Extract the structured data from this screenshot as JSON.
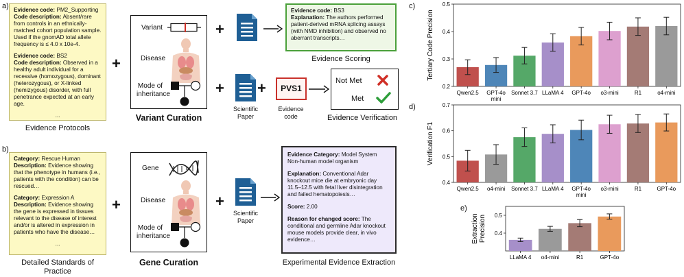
{
  "panel_labels": {
    "a": "a)",
    "b": "b)",
    "c": "c)",
    "d": "d)",
    "e": "e)"
  },
  "protocols_a": {
    "e1_code_label": "Evidence code:",
    "e1_code": "PM2_Supporting",
    "e1_desc_label": "Code description:",
    "e1_desc": "Absent/rare from controls in an ethnically-matched cohort population sample. Used if the gnomAD total allele frequency is ≤ 4.0 x 10e-4.",
    "e2_code_label": "Evidence code:",
    "e2_code": "BS2",
    "e2_desc_label": "Code description:",
    "e2_desc": "Observed in a healthy adult individual for a recessive (homozygous), dominant (heterozygous), or X-linked (hemizygous) disorder, with full penetrance expected at an early age.",
    "ellipsis": "...",
    "caption": "Evidence Protocols"
  },
  "protocols_b": {
    "c1_label": "Category:",
    "c1": "Rescue Human",
    "d1_label": "Description:",
    "d1": "Evidence showing that the phenotype in humans (i.e., patients with the condition) can be rescued…",
    "c2_label": "Category:",
    "c2": "Expression A",
    "d2_label": "Description:",
    "d2": "Evidence showing the gene is expressed in tissues relevant to the disease of interest and/or is altered in expression in patients who have the disease…",
    "ellipsis": "...",
    "caption": "Detailed Standards of Practice"
  },
  "variant_box": {
    "variant": "Variant",
    "disease": "Disease",
    "mode": "Mode of inheritance",
    "caption": "Variant Curation"
  },
  "gene_box": {
    "gene": "Gene",
    "disease": "Disease",
    "mode": "Mode of inheritance",
    "caption": "Gene Curation"
  },
  "paper_labels": {
    "a_lower": "Scientific Paper",
    "b": "Scientific Paper"
  },
  "evidence_code_label": "Evidence code",
  "pvs1": "PVS1",
  "scoring": {
    "code_label": "Evidence code:",
    "code": "BS3",
    "expl_label": "Explanation:",
    "expl": "The authors performed patient-derived mRNA splicing assays (with NMD inhibition) and observed no aberrant transcripts…",
    "caption": "Evidence Scoring"
  },
  "verification": {
    "not_met": "Not Met",
    "met": "Met",
    "caption": "Evidence Verification",
    "cross_color": "#d03027",
    "check_color": "#2e9e3a"
  },
  "experimental": {
    "cat_label": "Evidence Category:",
    "cat": "Model System Non-human model organism",
    "expl_label": "Explanation:",
    "expl": "Conventional Adar knockout mice die at embryonic day 11.5–12.5 with fetal liver disintegration and failed hematopoiesis…",
    "score_label": "Score:",
    "score": "2.00",
    "reason_label": "Reason for changed score:",
    "reason": "The conditional and germline Adar knockout mouse models provide clear, in vivo evidence…",
    "caption": "Experimental Evidence Extraction"
  },
  "chart_data": [
    {
      "panel": "c",
      "type": "bar",
      "ylabel": "Tertiary Code Precision",
      "ylim": [
        0.2,
        0.5
      ],
      "yticks": [
        "0.2",
        "0.3",
        "0.4",
        "0.5"
      ],
      "categories": [
        "Qwen2.5",
        "GPT-4o mini",
        "Sonnet 3.7",
        "LLaMA 4",
        "GPT-4o",
        "o3-mini",
        "R1",
        "o4-mini"
      ],
      "values": [
        0.27,
        0.278,
        0.312,
        0.36,
        0.383,
        0.402,
        0.418,
        0.42
      ],
      "errors": [
        0.027,
        0.027,
        0.03,
        0.032,
        0.032,
        0.032,
        0.032,
        0.032
      ],
      "colors": [
        "#c0504d",
        "#4e86b8",
        "#55a868",
        "#a68fc9",
        "#e99a5c",
        "#dda0cf",
        "#a47b75",
        "#9a9a9a"
      ]
    },
    {
      "panel": "d",
      "type": "bar",
      "ylabel": "Verification F1",
      "ylim": [
        0.4,
        0.7
      ],
      "yticks": [
        "0.4",
        "0.5",
        "0.6",
        "0.7"
      ],
      "categories": [
        "Qwen2.5",
        "o4-mini",
        "Sonnet 3.7",
        "LLaMA 4",
        "GPT-4o mini",
        "o3-mini",
        "R1",
        "GPT-4o"
      ],
      "values": [
        0.484,
        0.508,
        0.575,
        0.588,
        0.603,
        0.625,
        0.628,
        0.632
      ],
      "errors": [
        0.04,
        0.038,
        0.036,
        0.035,
        0.038,
        0.035,
        0.035,
        0.033
      ],
      "colors": [
        "#c0504d",
        "#9a9a9a",
        "#55a868",
        "#a68fc9",
        "#4e86b8",
        "#dda0cf",
        "#a47b75",
        "#e99a5c"
      ]
    },
    {
      "panel": "e",
      "type": "bar",
      "ylabel": "Extraction Precision",
      "ylim": [
        0.3,
        0.55
      ],
      "yticks": [
        "0.4",
        "0.5"
      ],
      "categories": [
        "LLaMA 4",
        "o4-mini",
        "R1",
        "GPT-4o"
      ],
      "values": [
        0.362,
        0.424,
        0.456,
        0.493
      ],
      "errors": [
        0.01,
        0.014,
        0.02,
        0.015
      ],
      "colors": [
        "#a68fc9",
        "#9a9a9a",
        "#a47b75",
        "#e99a5c"
      ]
    }
  ]
}
